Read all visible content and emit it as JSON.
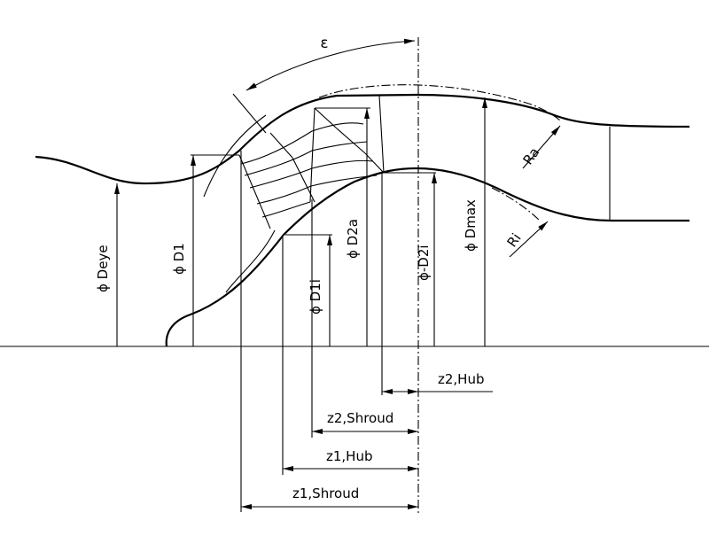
{
  "diagram": {
    "angle_label": "ε",
    "labels": {
      "d_eye": "ϕ Deye",
      "d1": "ϕ D1",
      "d1i": "ϕ D1i",
      "d2a": "ϕ D2a",
      "d2i": "ϕ-D2i",
      "d_max": "ϕ Dmax",
      "ra": "Ra",
      "ri": "Ri",
      "z2_hub": "z2,Hub",
      "z2_shroud": "z2,Shroud",
      "z1_hub": "z1,Hub",
      "z1_shroud": "z1,Shroud"
    },
    "colors": {
      "line": "#000000",
      "background": "#ffffff"
    }
  }
}
